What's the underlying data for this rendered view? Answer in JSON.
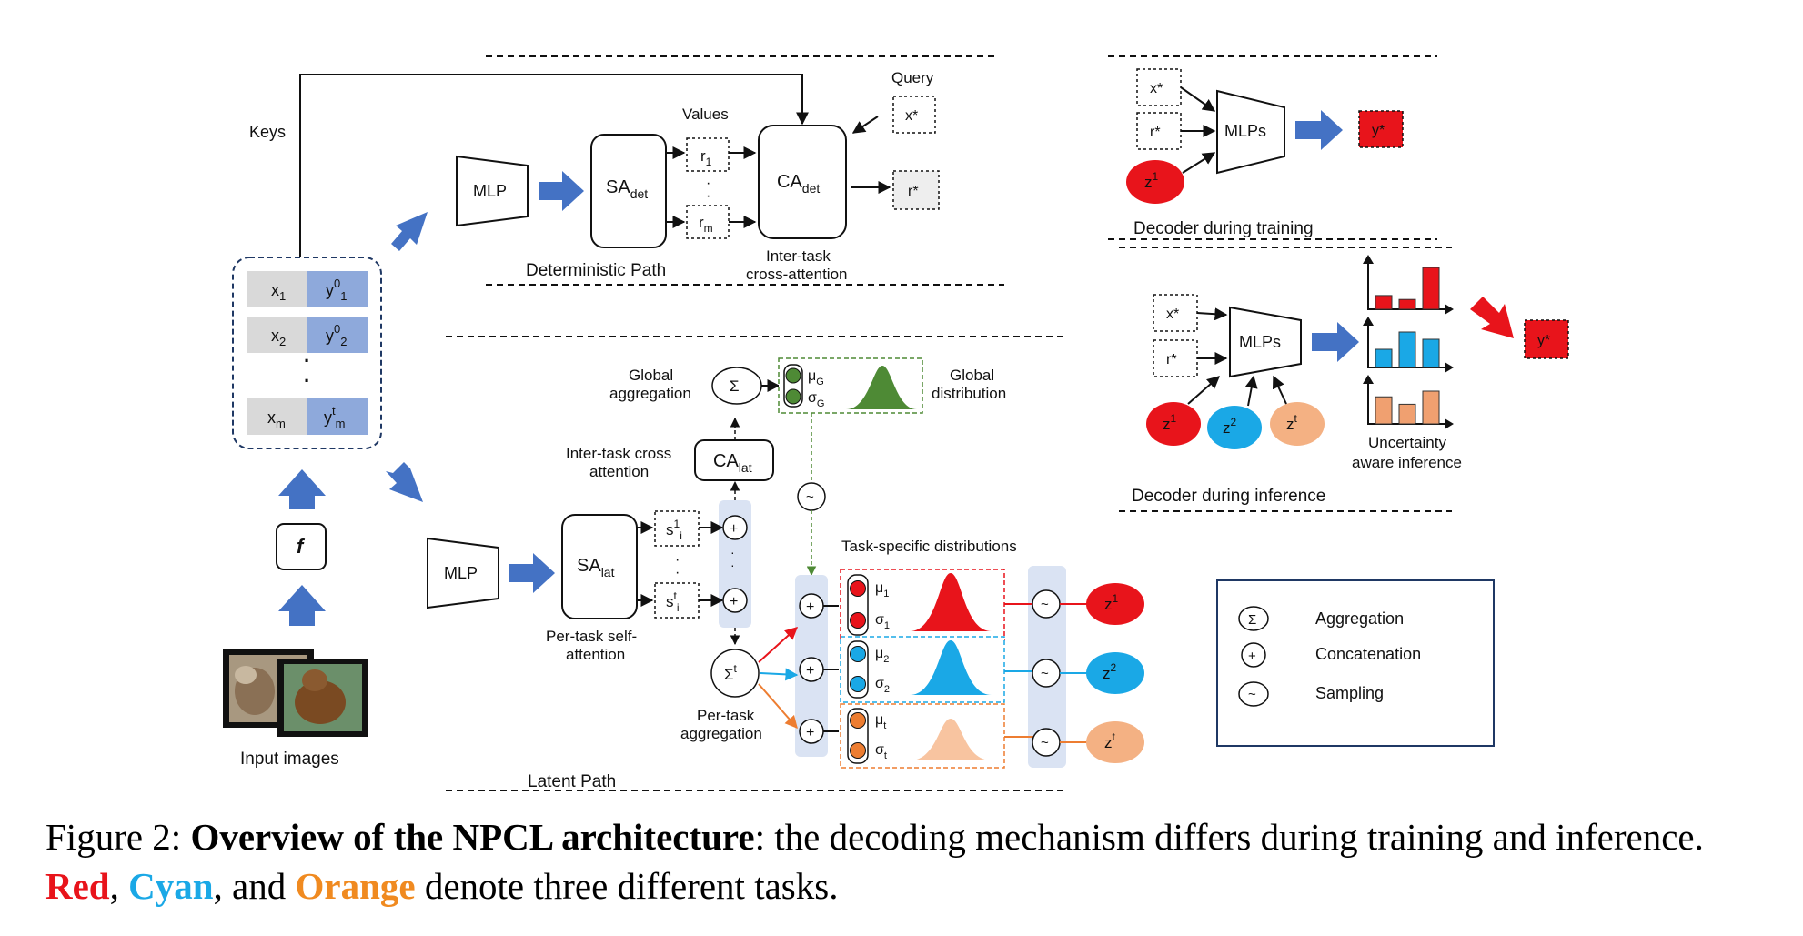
{
  "colors": {
    "task_red": "#e8141b",
    "task_cyan": "#1aa8e6",
    "task_orange": "#f0a070",
    "global_green": "#4e8a35",
    "arrow_blue": "#4472c4",
    "input_blue": "#8ea9db",
    "input_gray": "#d9d9d9",
    "caption_red": "#e8141b",
    "caption_cyan": "#1aa8e6",
    "caption_orange": "#f08a20"
  },
  "input": {
    "rows": [
      {
        "x": "x",
        "x_sub": "1",
        "y": "y",
        "y_sup": "0",
        "y_sub": "1"
      },
      {
        "x": "x",
        "x_sub": "2",
        "y": "y",
        "y_sup": "0",
        "y_sub": "2"
      },
      {
        "x": "x",
        "x_sub": "m",
        "y": "y",
        "y_sup": "t",
        "y_sub": "m"
      }
    ],
    "dots": "·",
    "f_label": "f",
    "images_label": "Input images",
    "keys_label": "Keys"
  },
  "deterministic": {
    "mlp": "MLP",
    "sa": "SA",
    "sa_sub": "det",
    "values_label": "Values",
    "r1": "r",
    "r1_sub": "1",
    "rm": "r",
    "rm_sub": "m",
    "ca": "CA",
    "ca_sub": "det",
    "query_label": "Query",
    "query_x": "x*",
    "out_r": "r*",
    "ca_caption_1": "Inter-task",
    "ca_caption_2": "cross-attention",
    "path_label": "Deterministic Path"
  },
  "latent": {
    "mlp": "MLP",
    "sa": "SA",
    "sa_sub": "lat",
    "s1": "s",
    "s1_sup": "1",
    "s1_sub": "i",
    "st": "s",
    "st_sup": "t",
    "st_sub": "i",
    "sa_caption_1": "Per-task self-",
    "sa_caption_2": "attention",
    "ca": "CA",
    "ca_sub": "lat",
    "ca_caption_1": "Inter-task cross",
    "ca_caption_2": "attention",
    "global_agg_1": "Global",
    "global_agg_2": "aggregation",
    "sigma": "Σ",
    "plus": "+",
    "tilde": "~",
    "sigma_t": "Σ",
    "sigma_t_sup": "t",
    "mu_g": "μ",
    "mu_g_sub": "G",
    "sd_g": "σ",
    "sd_g_sub": "G",
    "global_dist_1": "Global",
    "global_dist_2": "distribution",
    "task_dist_label": "Task-specific distributions",
    "per_task_agg_1": "Per-task",
    "per_task_agg_2": "aggregation",
    "path_label": "Latent Path",
    "tasks": [
      {
        "mu": "μ",
        "mu_sub": "1",
        "sd": "σ",
        "sd_sub": "1",
        "z": "z",
        "z_sup": "1"
      },
      {
        "mu": "μ",
        "mu_sub": "2",
        "sd": "σ",
        "sd_sub": "2",
        "z": "z",
        "z_sup": "2"
      },
      {
        "mu": "μ",
        "mu_sub": "t",
        "sd": "σ",
        "sd_sub": "t",
        "z": "z",
        "z_sup": "t"
      }
    ]
  },
  "decoder_train": {
    "x": "x*",
    "r": "r*",
    "z": "z",
    "z_sup": "1",
    "mlps": "MLPs",
    "y": "y*",
    "label": "Decoder during training"
  },
  "decoder_infer": {
    "x": "x*",
    "r": "r*",
    "z1": "z",
    "z1_sup": "1",
    "z2": "z",
    "z2_sup": "2",
    "zt": "z",
    "zt_sup": "t",
    "mlps": "MLPs",
    "y": "y*",
    "uncertainty_1": "Uncertainty",
    "uncertainty_2": "aware inference",
    "label": "Decoder during inference",
    "bars": {
      "red": [
        0.28,
        0.2,
        0.85
      ],
      "cyan": [
        0.4,
        0.78,
        0.62
      ],
      "orange": [
        0.62,
        0.45,
        0.75
      ]
    }
  },
  "legend": [
    {
      "symbol": "Σ",
      "text": "Aggregation"
    },
    {
      "symbol": "+",
      "text": "Concatenation"
    },
    {
      "symbol": "~",
      "text": "Sampling"
    }
  ],
  "caption": {
    "prefix": "Figure 2: ",
    "bold": "Overview of the NPCL architecture",
    "rest": ": the decoding mechanism differs during training and inference. ",
    "red": "Red",
    "sep1": ", ",
    "cyan": "Cyan",
    "sep2": ", and ",
    "orange": "Orange",
    "end": " denote three different tasks."
  }
}
